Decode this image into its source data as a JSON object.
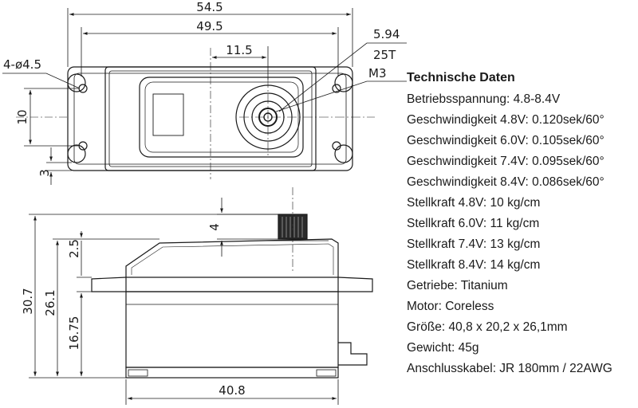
{
  "dimensions": {
    "top_total_width": "54.5",
    "top_hole_spacing": "49.5",
    "spline_offset": "11.5",
    "spline_diameter": "5.94",
    "spline_teeth": "25T",
    "screw_thread": "M3",
    "mount_holes": "4-ø4.5",
    "hole_vertical_spacing": "10",
    "hole_edge_distance": "3",
    "spline_height": "4",
    "total_height": "30.7",
    "case_height": "26.1",
    "top_step": "2.5",
    "lower_case_height": "16.75",
    "body_width": "40.8"
  },
  "specs": {
    "title": "Technische Daten",
    "rows": [
      "Betriebsspannung: 4.8-8.4V",
      "Geschwindigkeit 4.8V: 0.120sek/60°",
      "Geschwindigkeit 6.0V: 0.105sek/60°",
      "Geschwindigkeit 7.4V: 0.095sek/60°",
      "Geschwindigkeit 8.4V: 0.086sek/60°",
      "Stellkraft 4.8V:  10 kg/cm",
      "Stellkraft 6.0V:  11 kg/cm",
      "Stellkraft 7.4V:  13 kg/cm",
      "Stellkraft 8.4V:  14 kg/cm",
      "Getriebe: Titanium",
      "Motor: Coreless",
      "Größe: 40,8 x 20,2 x 26,1mm",
      "Gewicht: 45g",
      "Anschlusskabel: JR 180mm / 22AWG"
    ]
  }
}
